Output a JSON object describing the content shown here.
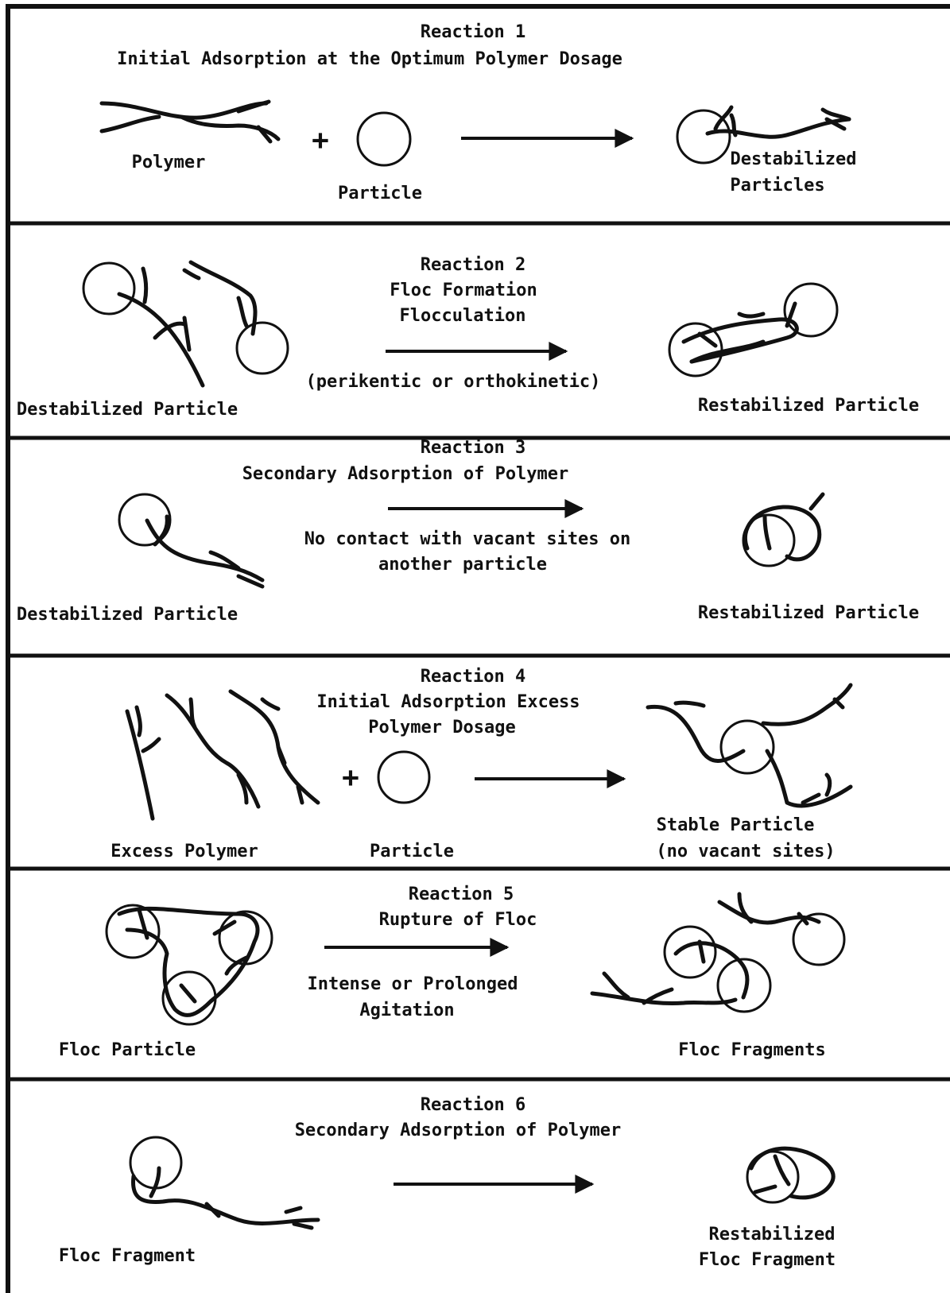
{
  "reactions": [
    {
      "title": "Reaction 1",
      "subtitle": [
        "Initial Adsorption at the Optimum Polymer Dosage"
      ],
      "labels": {
        "polymer": "Polymer",
        "plus": "+",
        "particle": "Particle",
        "product": [
          "Destabilized",
          "Particles"
        ]
      }
    },
    {
      "title": "Reaction 2",
      "subtitle": [
        "Floc Formation",
        "Flocculation"
      ],
      "arrow_note": [
        "(perikentic or orthokinetic)"
      ],
      "labels": {
        "reactant": "Destabilized Particle",
        "product": "Restabilized Particle"
      }
    },
    {
      "title": "Reaction 3",
      "subtitle": [
        "Secondary Adsorption of Polymer"
      ],
      "arrow_note": [
        "No contact with vacant sites on",
        "another particle"
      ],
      "labels": {
        "reactant": "Destabilized Particle",
        "product": "Restabilized Particle"
      }
    },
    {
      "title": "Reaction 4",
      "subtitle": [
        "Initial Adsorption Excess",
        "Polymer Dosage"
      ],
      "labels": {
        "reactant": "Excess Polymer",
        "plus": "+",
        "particle": "Particle",
        "product": [
          "Stable Particle",
          "(no vacant sites)"
        ]
      }
    },
    {
      "title": "Reaction 5",
      "subtitle": [
        "Rupture of Floc"
      ],
      "arrow_note": [
        "Intense or Prolonged",
        "Agitation"
      ],
      "labels": {
        "reactant": "Floc Particle",
        "product": "Floc Fragments"
      }
    },
    {
      "title": "Reaction 6",
      "subtitle": [
        "Secondary Adsorption of Polymer"
      ],
      "labels": {
        "reactant": "Floc Fragment",
        "product": [
          "Restabilized",
          "Floc Fragment"
        ]
      }
    }
  ]
}
